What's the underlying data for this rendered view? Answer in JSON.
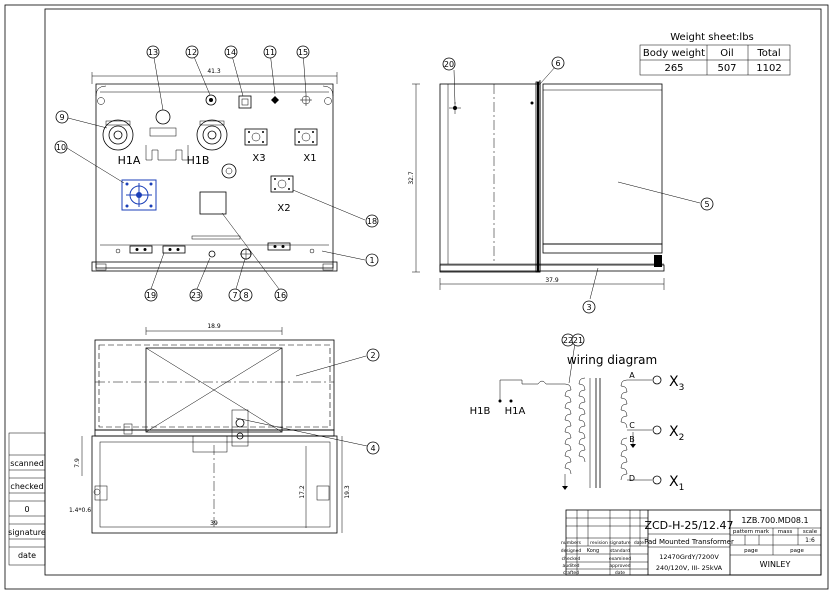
{
  "weight_sheet": {
    "title": "Weight sheet:lbs",
    "headers": [
      "Body weight",
      "Oil",
      "Total"
    ],
    "values": [
      "265",
      "507",
      "1102"
    ]
  },
  "dimensions": {
    "top_width": "41.3",
    "side_height": "32.7",
    "side_width": "37.9",
    "bottom_pad_width": "18.9",
    "left_height": "7.9",
    "inner_height": "17.2",
    "outer_height": "19.3",
    "hole": "1.4*0.6",
    "base_width": "39"
  },
  "callouts": {
    "c1": "1",
    "c2": "2",
    "c3": "3",
    "c4": "4",
    "c5": "5",
    "c6": "6",
    "c7": "7",
    "c8": "8",
    "c9": "9",
    "c10": "10",
    "c11": "11",
    "c12": "12",
    "c13": "13",
    "c14": "14",
    "c15": "15",
    "c16": "16",
    "c18": "18",
    "c19": "19",
    "c20": "20",
    "c21": "21",
    "c22": "22",
    "c23": "23"
  },
  "front_labels": {
    "h1a": "H1A",
    "h1b": "H1B",
    "x3": "X3",
    "x1": "X1",
    "x2": "X2"
  },
  "wiring": {
    "title": "wiring diagram",
    "h1b": "H1B",
    "h1a": "H1A",
    "tap_a": "A",
    "tap_b": "B",
    "tap_c": "C",
    "tap_d": "D",
    "x3_main": "X",
    "x3_sub": "3",
    "x2_main": "X",
    "x2_sub": "2",
    "x1_main": "X",
    "x1_sub": "1"
  },
  "left_strip": [
    "scanned",
    "checked",
    "0",
    "signature",
    "date"
  ],
  "title_block": {
    "model": "ZCD-H-25/12.47",
    "doc_number": "1ZB.700.MD08.1",
    "product": "Pad Mounted Transformer",
    "voltage_primary": "12470GrdY/7200V",
    "voltage_secondary": "240/120V, III- 25kVA",
    "pattern_mark": "pattern mark",
    "mass": "mass",
    "scale_label": "scale",
    "scale_value": "1:6",
    "page1": "page",
    "page2": "page",
    "company": "WINLEY",
    "row_labels": [
      "numbers",
      "designed",
      "checked",
      "audited",
      "crafted"
    ],
    "col_labels": [
      "revision",
      "signature",
      "date"
    ],
    "names": [
      "Kong"
    ],
    "sign_labels": [
      "standard",
      "examined",
      "approved",
      "date"
    ]
  }
}
